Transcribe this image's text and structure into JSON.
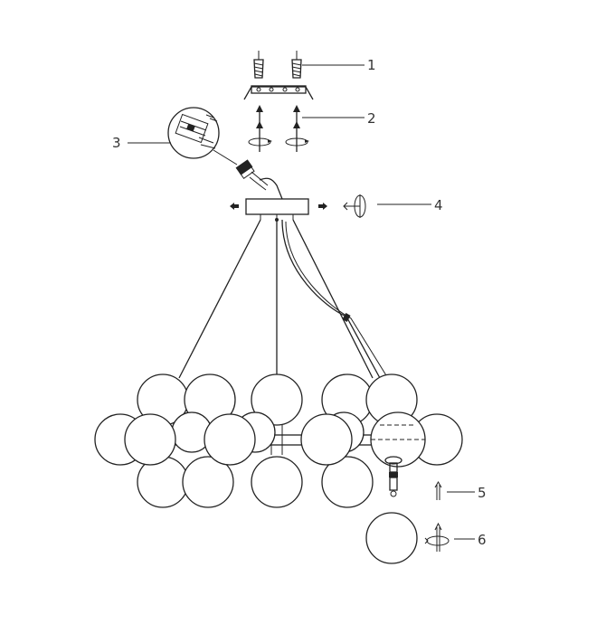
{
  "callouts": [
    "1",
    "2",
    "3",
    "4",
    "5",
    "6"
  ],
  "colors": {
    "line": "#222222",
    "background": "#ffffff",
    "label": "#333333"
  },
  "icons": [
    "screw-icon",
    "anchor-icon",
    "rotate-icon",
    "arrow-icon",
    "connector-icon"
  ]
}
